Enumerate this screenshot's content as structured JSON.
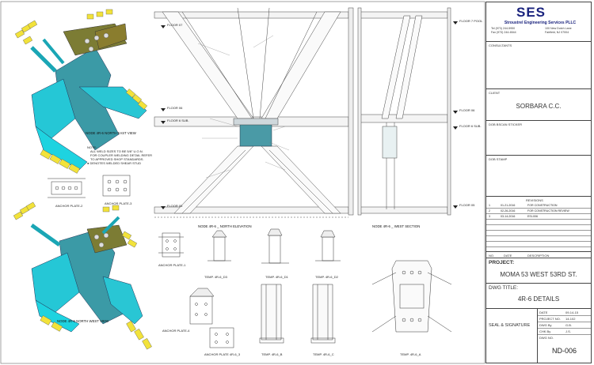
{
  "titleblock": {
    "logo": "SES",
    "firm": "Stroustrel Engineering Services PLLC",
    "tel": "Tel (973) 244-5950",
    "fax": "Fax (973) 244-6544",
    "addr1": "100 New Dutch Lane",
    "addr2": "Fairfield, NJ 07004",
    "consultants": "CONSULTANTS",
    "client_label": "CLIENT",
    "client": "SORBARA C.C.",
    "dob_sticker": "DOB BSCAN STICKER",
    "dob_stamp": "DOB STAMP",
    "revisions_label": "REVISIONS",
    "revisions": [
      {
        "no": "1",
        "date": "01-21-2016",
        "desc": "FOR CONSTRUCTION"
      },
      {
        "no": "2",
        "date": "02-26-2016",
        "desc": "FOR CONSTRUCTION REVIEW"
      },
      {
        "no": "3",
        "date": "03-14-2016",
        "desc": "ESI-006"
      }
    ],
    "rev_headers": {
      "no": "NO.",
      "date": "DATE",
      "desc": "DESCRIPTION"
    },
    "project_label": "PROJECT:",
    "project": "MOMA 53 WEST 53RD ST.",
    "dwg_title_label": "DWG TITLE:",
    "dwg_title": "4R-6 DETAILS",
    "seal": "SEAL & SIGNATURE",
    "meta": [
      {
        "k": "DATE",
        "v": "09-14-15"
      },
      {
        "k": "PROJECT NO.",
        "v": "14-102"
      },
      {
        "k": "DWG By",
        "v": "G.B."
      },
      {
        "k": "CHK By",
        "v": "J.S."
      }
    ],
    "dwg_no_label": "DWG NO.",
    "dwg_no": "ND-006"
  },
  "drawing": {
    "view_ne": "NODE 4R-6 NORTH EAST VIEW",
    "view_nw": "NODE 4R-6 NORTH WEST VIEW",
    "north_elev": "NODE 4R-6 _ NORTH ELEVATION",
    "west_sec": "NODE 4R-6 _ WEST SECTION",
    "anchor2": "ANCHOR PLATE-2",
    "anchor3": "ANCHOR PLATE-3",
    "anchor1": "ANCHOR PLATE-1",
    "anchor4": "ANCHOR PLATE-4",
    "anchor5": "ANCHOR PLATE 4R-6_3",
    "temp_d3": "TEMP. 4R-6_D3",
    "temp_d1": "TEMP. 4R-6_D1",
    "temp_d2": "TEMP. 4R-6_D2",
    "temp_b": "TEMP. 4R-6_B",
    "temp_c": "TEMP. 4R-6_C",
    "temp_a": "TEMP. 4R-6_A",
    "floor07": "FLOOR 07",
    "floor06": "FLOOR 06",
    "floor06sub": "FLOOR 6 SUB.",
    "floor05": "FLOOR 05",
    "floor07pool": "FLOOR 7 POOL",
    "floor06sub_r": "FLOOR 6 SUB.",
    "floor05_r": "FLOOR 05",
    "note_title": "NOTE:",
    "note1": "ALL WELD SIZES TO BE 5/8\" U.O.N.",
    "note2": "FOR COUPLER WELDING DETAIL REFER",
    "note3": "TO APPROVED SHOP STANDARDS.",
    "note4": "● DENOTES WELDED SHEAR STUD"
  }
}
